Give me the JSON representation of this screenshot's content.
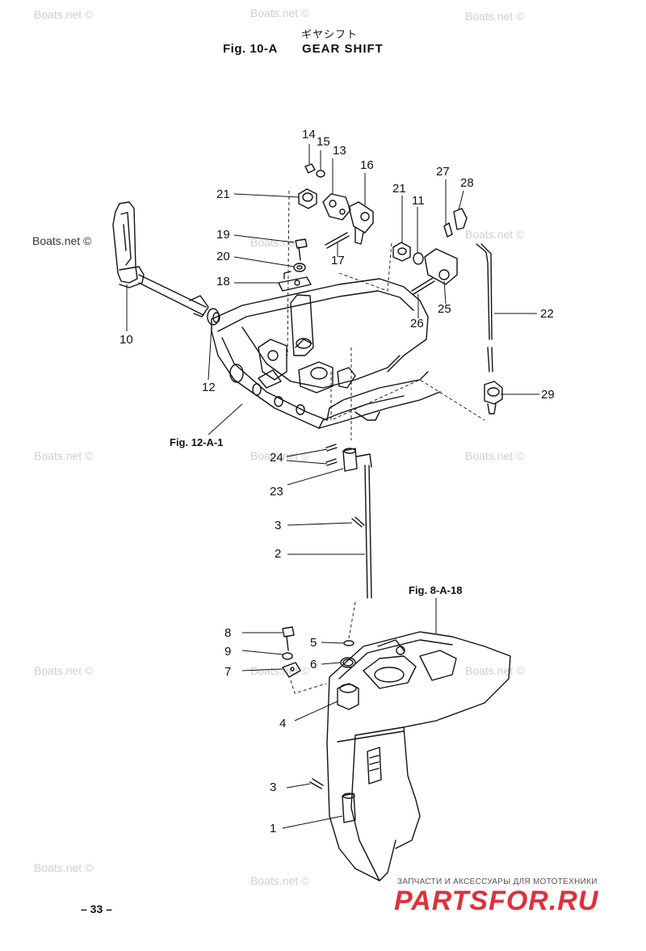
{
  "header": {
    "subtitle_jp": "ギヤシフト",
    "fig_label": "Fig. 10-A",
    "title": "GEAR SHIFT"
  },
  "watermark": "Boats.net ©",
  "figure_refs": {
    "fig12": "Fig. 12-A-1",
    "fig8": "Fig. 8-A-18"
  },
  "callouts": {
    "c14": "14",
    "c15": "15",
    "c13": "13",
    "c16": "16",
    "c21a": "21",
    "c21b": "21",
    "c11": "11",
    "c27": "27",
    "c28": "28",
    "c19": "19",
    "c17": "17",
    "c20": "20",
    "c18": "18",
    "c25": "25",
    "c22": "22",
    "c26": "26",
    "c10": "10",
    "c12": "12",
    "c29": "29",
    "c24": "24",
    "c23": "23",
    "c3a": "3",
    "c2": "2",
    "c8": "8",
    "c5": "5",
    "c9": "9",
    "c6": "6",
    "c7": "7",
    "c4": "4",
    "c3b": "3",
    "c1": "1"
  },
  "page_number": "– 33 –",
  "promo": {
    "tagline": "ЗАПЧАСТИ И АКСЕССУАРЫ ДЛЯ МОТОТЕХНИКИ",
    "brand": "PARTSFOR.RU"
  },
  "colors": {
    "ink": "#111111",
    "watermark": "#cfcfcf",
    "brand": "#e0303a"
  }
}
